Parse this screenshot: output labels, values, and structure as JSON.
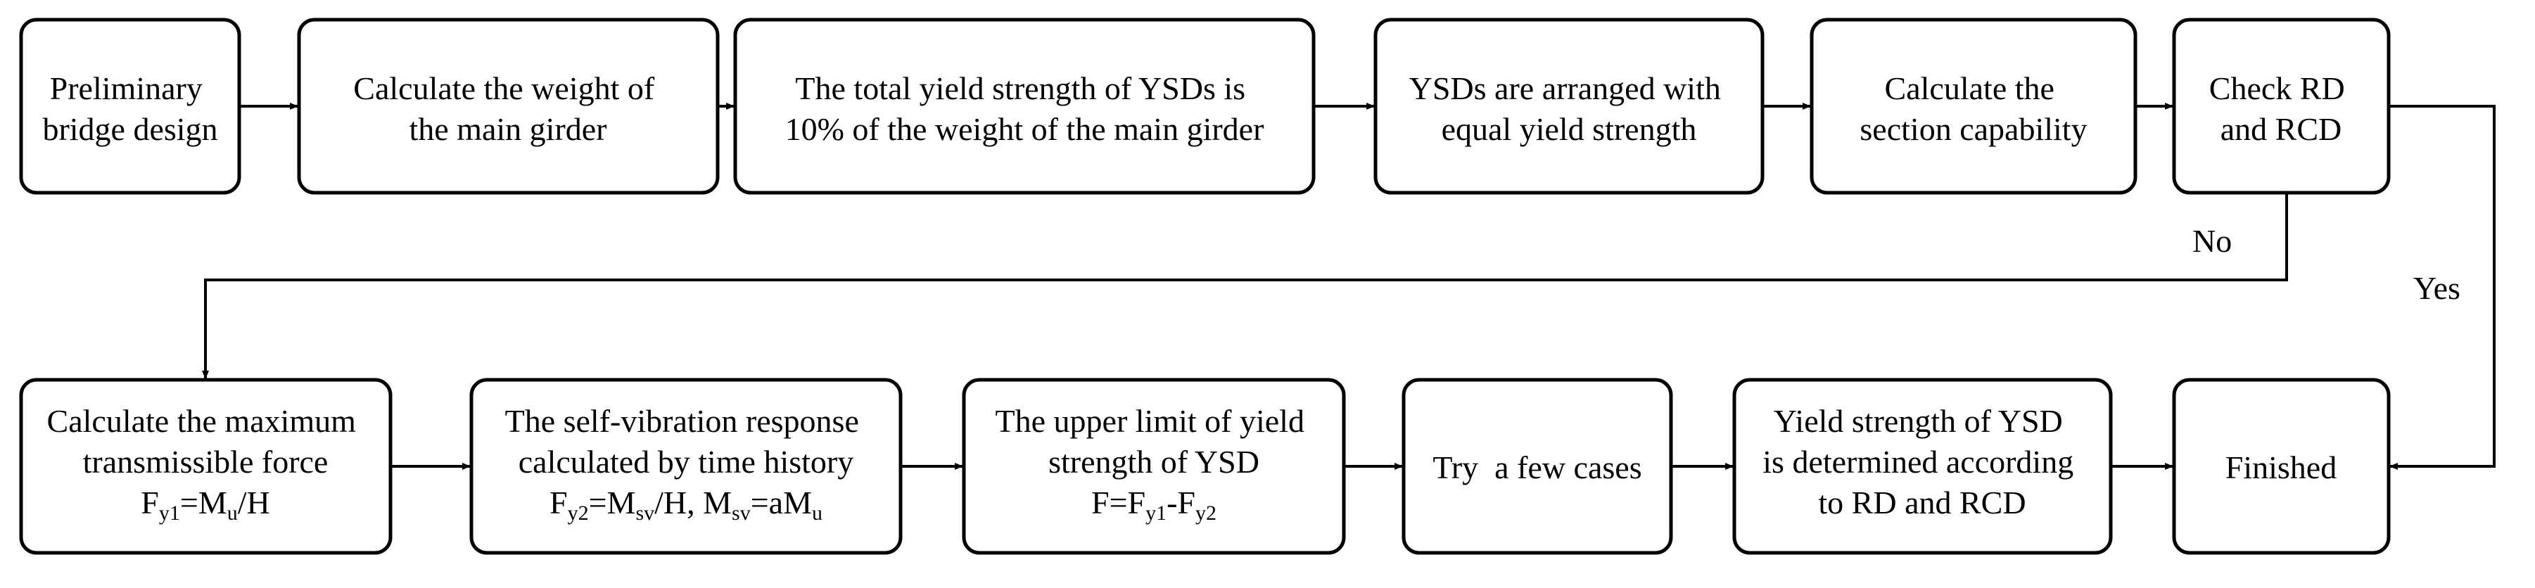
{
  "nodes": {
    "preliminary": [
      "Preliminary",
      "bridge design"
    ],
    "weight": [
      "Calculate the weight of",
      "the main girder"
    ],
    "total_yield": [
      "The total yield strength of YSDs is",
      "10% of the weight of the main girder"
    ],
    "arranged": [
      "YSDs are arranged with",
      "equal yield strength"
    ],
    "section": [
      "Calculate the",
      "section capability"
    ],
    "check": [
      "Check RD",
      "and RCD"
    ],
    "max_force": {
      "lines": [
        "Calculate the maximum",
        "transmissible force"
      ],
      "formula": {
        "F": "F",
        "y1": "y1",
        "eq": "=M",
        "u": "u",
        "tail": "/H"
      }
    },
    "self_vibration": {
      "lines": [
        "The self-vibration response",
        "calculated by time history"
      ],
      "formula": {
        "F": "F",
        "y2": "y2",
        "eq": "=M",
        "sv": "sv",
        "mid": "/H, M",
        "sv2": "sv",
        "eq2": "=aM",
        "u": "u"
      }
    },
    "upper_limit": {
      "lines": [
        "The upper limit of yield",
        "strength of YSD"
      ],
      "formula": {
        "eq": "F=F",
        "y1": "y1",
        "minus": "-F",
        "y2": "y2"
      }
    },
    "try": "Try  a few cases",
    "determined": [
      "Yield strength of YSD",
      "is determined according",
      "to RD and RCD"
    ],
    "finished": "Finished"
  },
  "edge_labels": {
    "no": "No",
    "yes": "Yes"
  },
  "colors": {
    "stroke": "#000000",
    "fill": "#ffffff",
    "text": "#000000"
  }
}
